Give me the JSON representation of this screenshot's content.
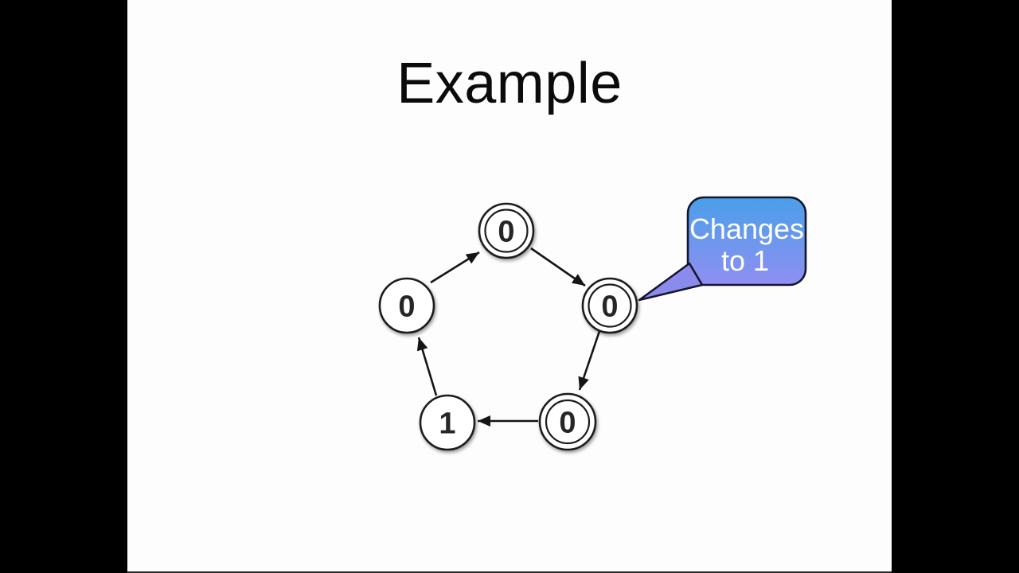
{
  "slide": {
    "title": "Example"
  },
  "diagram": {
    "description": "Directed cycle of five states arranged in a pentagon; three accepting (double-circle) states",
    "nodes": [
      {
        "id": "top",
        "value": "0",
        "shape": "double-circle"
      },
      {
        "id": "right",
        "value": "0",
        "shape": "double-circle"
      },
      {
        "id": "bottom-right",
        "value": "0",
        "shape": "double-circle"
      },
      {
        "id": "bottom-left",
        "value": "1",
        "shape": "single-circle"
      },
      {
        "id": "left",
        "value": "0",
        "shape": "single-circle"
      }
    ],
    "edges": [
      {
        "from": "left",
        "to": "top"
      },
      {
        "from": "top",
        "to": "right"
      },
      {
        "from": "right",
        "to": "bottom-right"
      },
      {
        "from": "bottom-right",
        "to": "bottom-left"
      },
      {
        "from": "bottom-left",
        "to": "left"
      }
    ]
  },
  "callout": {
    "line1": "Changes",
    "line2": "to 1",
    "points_to": "right",
    "colors": {
      "top": "#4b9fe9",
      "bottom": "#8f8ff2",
      "tail": "#8b8bee",
      "border": "#15152e",
      "text": "#ffffff"
    }
  }
}
